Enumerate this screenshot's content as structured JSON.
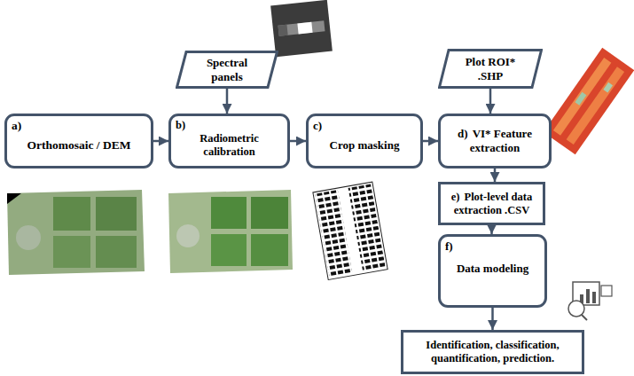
{
  "diagram": {
    "nodes": [
      {
        "text": [
          "a)",
          "Orthomosaic / DEM"
        ]
      },
      {
        "text": [
          "Spectral panels"
        ]
      },
      {
        "text": [
          "b)",
          "Radiometric calibration"
        ]
      },
      {
        "text": [
          "c)",
          "Crop masking"
        ]
      },
      {
        "text": [
          "Plot ROI* .SHP"
        ]
      },
      {
        "text": [
          "d)",
          "VI* Feature extraction"
        ]
      },
      {
        "text": [
          "e)",
          "Plot-level data extraction .CSV"
        ]
      },
      {
        "text": [
          "f)",
          "Data modeling"
        ]
      },
      {
        "text": [
          "Identification, classification, quantification, prediction."
        ]
      }
    ],
    "edges": [
      {
        "from": 0,
        "to": 2,
        "arrow": "to"
      },
      {
        "from": 1,
        "to": 2,
        "arrow": "to"
      },
      {
        "from": 2,
        "to": 3,
        "arrow": "to"
      },
      {
        "from": 3,
        "to": 5,
        "arrow": "to"
      },
      {
        "from": 4,
        "to": 5,
        "arrow": "to"
      },
      {
        "from": 5,
        "to": 6,
        "arrow": "to"
      },
      {
        "from": 6,
        "to": 7,
        "arrow": "to"
      },
      {
        "from": 7,
        "to": 8,
        "arrow": "to"
      }
    ]
  }
}
